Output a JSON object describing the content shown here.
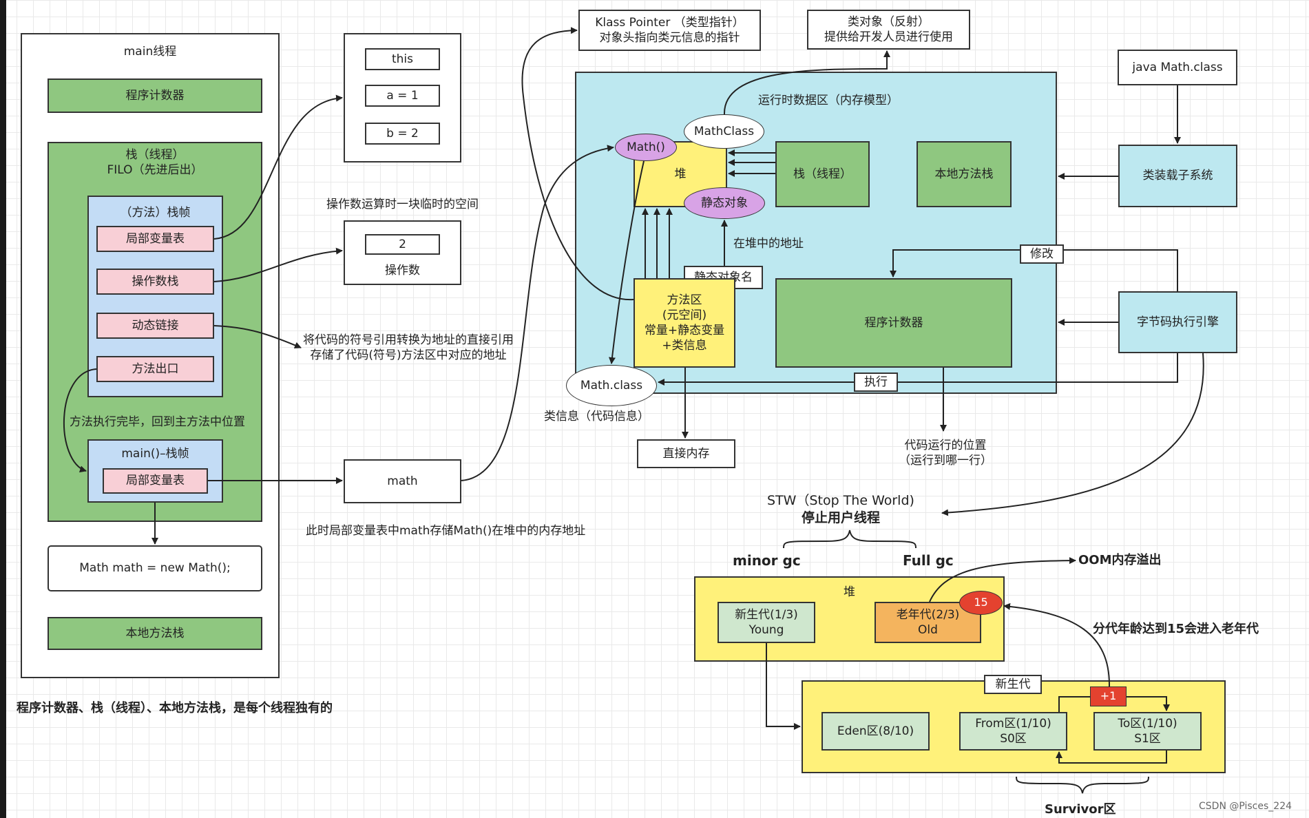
{
  "thread": {
    "title": "main线程",
    "pc": "程序计数器",
    "stack_title": "栈（线程）",
    "stack_sub": "FILO（先进后出）",
    "frame_title": "（方法）栈帧",
    "local_vars": "局部变量表",
    "operand_stack": "操作数栈",
    "dynamic_link": "动态链接",
    "method_exit": "方法出口",
    "return_note": "方法执行完毕，回到主方法中位置",
    "main_frame": "main()–栈帧",
    "main_local_vars": "局部变量表",
    "code": "Math math = new Math();",
    "native_stack": "本地方法栈",
    "footnote": "程序计数器、栈（线程）、本地方法栈，是每个线程独有的"
  },
  "local_table": {
    "items": [
      "this",
      "a = 1",
      "b = 2"
    ]
  },
  "operand": {
    "note": "操作数运算时一块临时的空间",
    "value": "2",
    "label": "操作数"
  },
  "dynamic_note": [
    "将代码的符号引用转换为地址的直接引用",
    "存储了代码(符号)方法区中对应的地址"
  ],
  "math_box": "math",
  "math_note": "此时局部变量表中math存储Math()在堆中的内存地址",
  "klass_pointer": [
    "Klass Pointer （类型指针）",
    "对象头指向类元信息的指针"
  ],
  "class_object": [
    "类对象（反射）",
    "提供给开发人员进行使用"
  ],
  "runtime": {
    "title": "运行时数据区（内存模型）",
    "math_class": "MathClass",
    "math_obj": "Math()",
    "heap": "堆",
    "static_obj": "静态对象",
    "stack": "栈（线程）",
    "native": "本地方法栈",
    "heap_addr": "在堆中的地址",
    "static_name": "静态对象名",
    "method_area": [
      "方法区",
      "(元空间)",
      "常量+静态变量",
      "+类信息"
    ],
    "pc": "程序计数器",
    "math_class_file": "Math.class",
    "execute": "执行",
    "modify": "修改"
  },
  "java_math_class": "java Math.class",
  "class_loader": "类装载子系统",
  "bytecode_engine": "字节码执行引擎",
  "class_info": "类信息（代码信息）",
  "direct_memory": "直接内存",
  "code_position": [
    "代码运行的位置",
    "（运行到哪一行）"
  ],
  "gc": {
    "stw": "STW（Stop The World)",
    "stop_user": "停止用户线程",
    "minor": "minor gc",
    "full": "Full gc",
    "oom": "OOM内存溢出",
    "heap": "堆",
    "young": [
      "新生代(1/3)",
      "Young"
    ],
    "old": [
      "老年代(2/3)",
      "Old"
    ],
    "age_badge": "15",
    "age_note": "分代年龄达到15会进入老年代",
    "young_gen": "新生代",
    "eden": "Eden区(8/10)",
    "from": [
      "From区(1/10)",
      "S0区"
    ],
    "to": [
      "To区(1/10)",
      "S1区"
    ],
    "plus_one": "+1",
    "survivor": "Survivor区"
  },
  "watermark": "CSDN @Pisces_224"
}
